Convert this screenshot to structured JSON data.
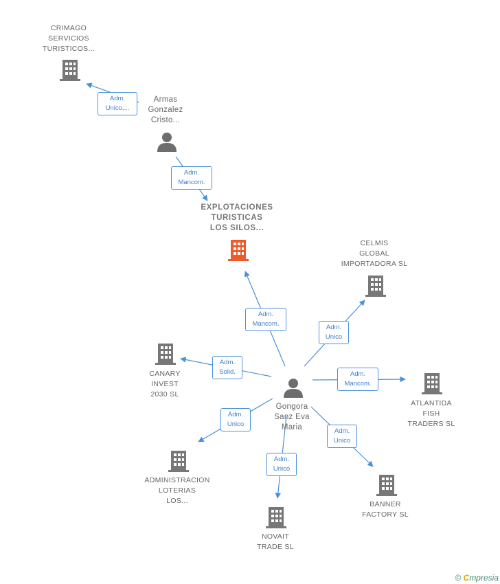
{
  "colors": {
    "edge": "#4a90d9",
    "building": "#777777",
    "main_building": "#ef5a2a",
    "person": "#6d6d6d"
  },
  "nodes": [
    {
      "id": "crimago",
      "kind": "company",
      "icon": "building-icon",
      "lines": [
        "CRIMAGO",
        "SERVICIOS",
        "TURISTICOS..."
      ]
    },
    {
      "id": "armas",
      "kind": "person",
      "icon": "person-icon",
      "lines": [
        "Armas",
        "Gonzalez",
        "Cristo..."
      ]
    },
    {
      "id": "explotaciones",
      "kind": "company-main",
      "icon": "building-icon",
      "lines": [
        "EXPLOTACIONES",
        "TURISTICAS",
        "LOS SILOS..."
      ]
    },
    {
      "id": "celmis",
      "kind": "company",
      "icon": "building-icon",
      "lines": [
        "CELMIS",
        "GLOBAL",
        "IMPORTADORA SL"
      ]
    },
    {
      "id": "canary",
      "kind": "company",
      "icon": "building-icon",
      "lines": [
        "CANARY",
        "INVEST",
        "2030  SL"
      ]
    },
    {
      "id": "gongora",
      "kind": "person",
      "icon": "person-icon",
      "lines": [
        "Gongora",
        "Sanz Eva",
        "Maria"
      ]
    },
    {
      "id": "atlantida",
      "kind": "company",
      "icon": "building-icon",
      "lines": [
        "ATLANTIDA",
        "FISH",
        "TRADERS  SL"
      ]
    },
    {
      "id": "administracion",
      "kind": "company",
      "icon": "building-icon",
      "lines": [
        "ADMINISTRACION",
        "LOTERIAS",
        "LOS..."
      ]
    },
    {
      "id": "banner",
      "kind": "company",
      "icon": "building-icon",
      "lines": [
        "BANNER",
        "FACTORY  SL"
      ]
    },
    {
      "id": "novait",
      "kind": "company",
      "icon": "building-icon",
      "lines": [
        "NOVAIT",
        "TRADE SL"
      ]
    }
  ],
  "edges": [
    {
      "from": "armas",
      "to": "crimago",
      "lines": [
        "Adm.",
        "Unico,..."
      ]
    },
    {
      "from": "armas",
      "to": "explotaciones",
      "lines": [
        "Adm.",
        "Mancom."
      ]
    },
    {
      "from": "gongora",
      "to": "explotaciones",
      "lines": [
        "Adm.",
        "Mancom."
      ]
    },
    {
      "from": "gongora",
      "to": "celmis",
      "lines": [
        "Adm.",
        "Unico"
      ]
    },
    {
      "from": "gongora",
      "to": "canary",
      "lines": [
        "Adm.",
        "Solid."
      ]
    },
    {
      "from": "gongora",
      "to": "atlantida",
      "lines": [
        "Adm.",
        "Mancom."
      ]
    },
    {
      "from": "gongora",
      "to": "administracion",
      "lines": [
        "Adm.",
        "Unico"
      ]
    },
    {
      "from": "gongora",
      "to": "banner",
      "lines": [
        "Adm.",
        "Unico"
      ]
    },
    {
      "from": "gongora",
      "to": "novait",
      "lines": [
        "Adm.",
        "Unico"
      ]
    }
  ],
  "watermark": {
    "copyright": "©",
    "brand_initial": "C",
    "brand_rest": "mpresia"
  }
}
